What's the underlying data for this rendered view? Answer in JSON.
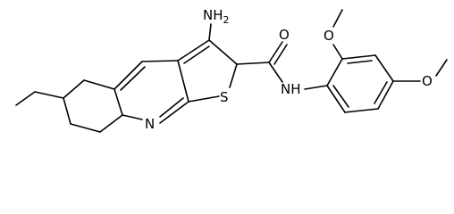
{
  "molecule": {
    "atoms": [
      {
        "id": "nh2",
        "label": "NH2"
      },
      {
        "id": "o_amide",
        "label": "O"
      },
      {
        "id": "o_methoxy_top",
        "label": "O"
      },
      {
        "id": "o_methoxy_right",
        "label": "O"
      },
      {
        "id": "n_amide",
        "label": "NH"
      },
      {
        "id": "n_ring",
        "label": "N"
      },
      {
        "id": "s_ring",
        "label": "S"
      }
    ]
  },
  "colors": {
    "bond": "#000000",
    "label": "#000000",
    "background": "#ffffff"
  }
}
